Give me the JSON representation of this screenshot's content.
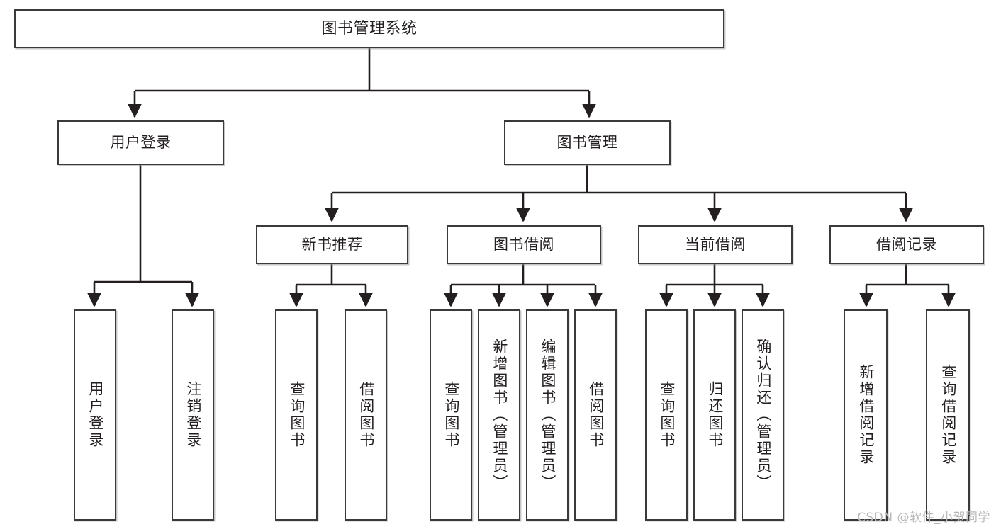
{
  "diagram": {
    "title": "图书管理系统",
    "type": "tree-hierarchy",
    "watermark": "CSDN @软件_小贺同学",
    "colors": {
      "box_border": "#3a3a3a",
      "box_fill": "#ffffff",
      "line": "#231f20",
      "text": "#231f20",
      "watermark": "#b9b9b9",
      "background": "#ffffff"
    },
    "nodes": {
      "root": {
        "label": "图书管理系统"
      },
      "level2": [
        {
          "id": "user-login",
          "label": "用户登录"
        },
        {
          "id": "book-manage",
          "label": "图书管理"
        }
      ],
      "level3": [
        {
          "id": "new-book-recommend",
          "label": "新书推荐"
        },
        {
          "id": "book-borrow",
          "label": "图书借阅"
        },
        {
          "id": "current-borrow",
          "label": "当前借阅"
        },
        {
          "id": "borrow-record",
          "label": "借阅记录"
        }
      ],
      "leaves": {
        "user_login": [
          {
            "id": "leaf-user-login",
            "label": "用户登录"
          },
          {
            "id": "leaf-logout-login",
            "label": "注销登录"
          }
        ],
        "new_book_recommend": [
          {
            "id": "leaf-query-book-1",
            "label": "查询图书"
          },
          {
            "id": "leaf-borrow-book-1",
            "label": "借阅图书"
          }
        ],
        "book_borrow": [
          {
            "id": "leaf-query-book-2",
            "label": "查询图书"
          },
          {
            "id": "leaf-add-book",
            "label": "新增图书（管理员）"
          },
          {
            "id": "leaf-edit-book",
            "label": "编辑图书（管理员）"
          },
          {
            "id": "leaf-borrow-book-2",
            "label": "借阅图书"
          }
        ],
        "current_borrow": [
          {
            "id": "leaf-query-book-3",
            "label": "查询图书"
          },
          {
            "id": "leaf-return-book",
            "label": "归还图书"
          },
          {
            "id": "leaf-confirm-return",
            "label": "确认归还（管理员）"
          }
        ],
        "borrow_record": [
          {
            "id": "leaf-add-borrow-record",
            "label": "新增借阅记录"
          },
          {
            "id": "leaf-query-borrow-record",
            "label": "查询借阅记录"
          }
        ]
      }
    }
  }
}
